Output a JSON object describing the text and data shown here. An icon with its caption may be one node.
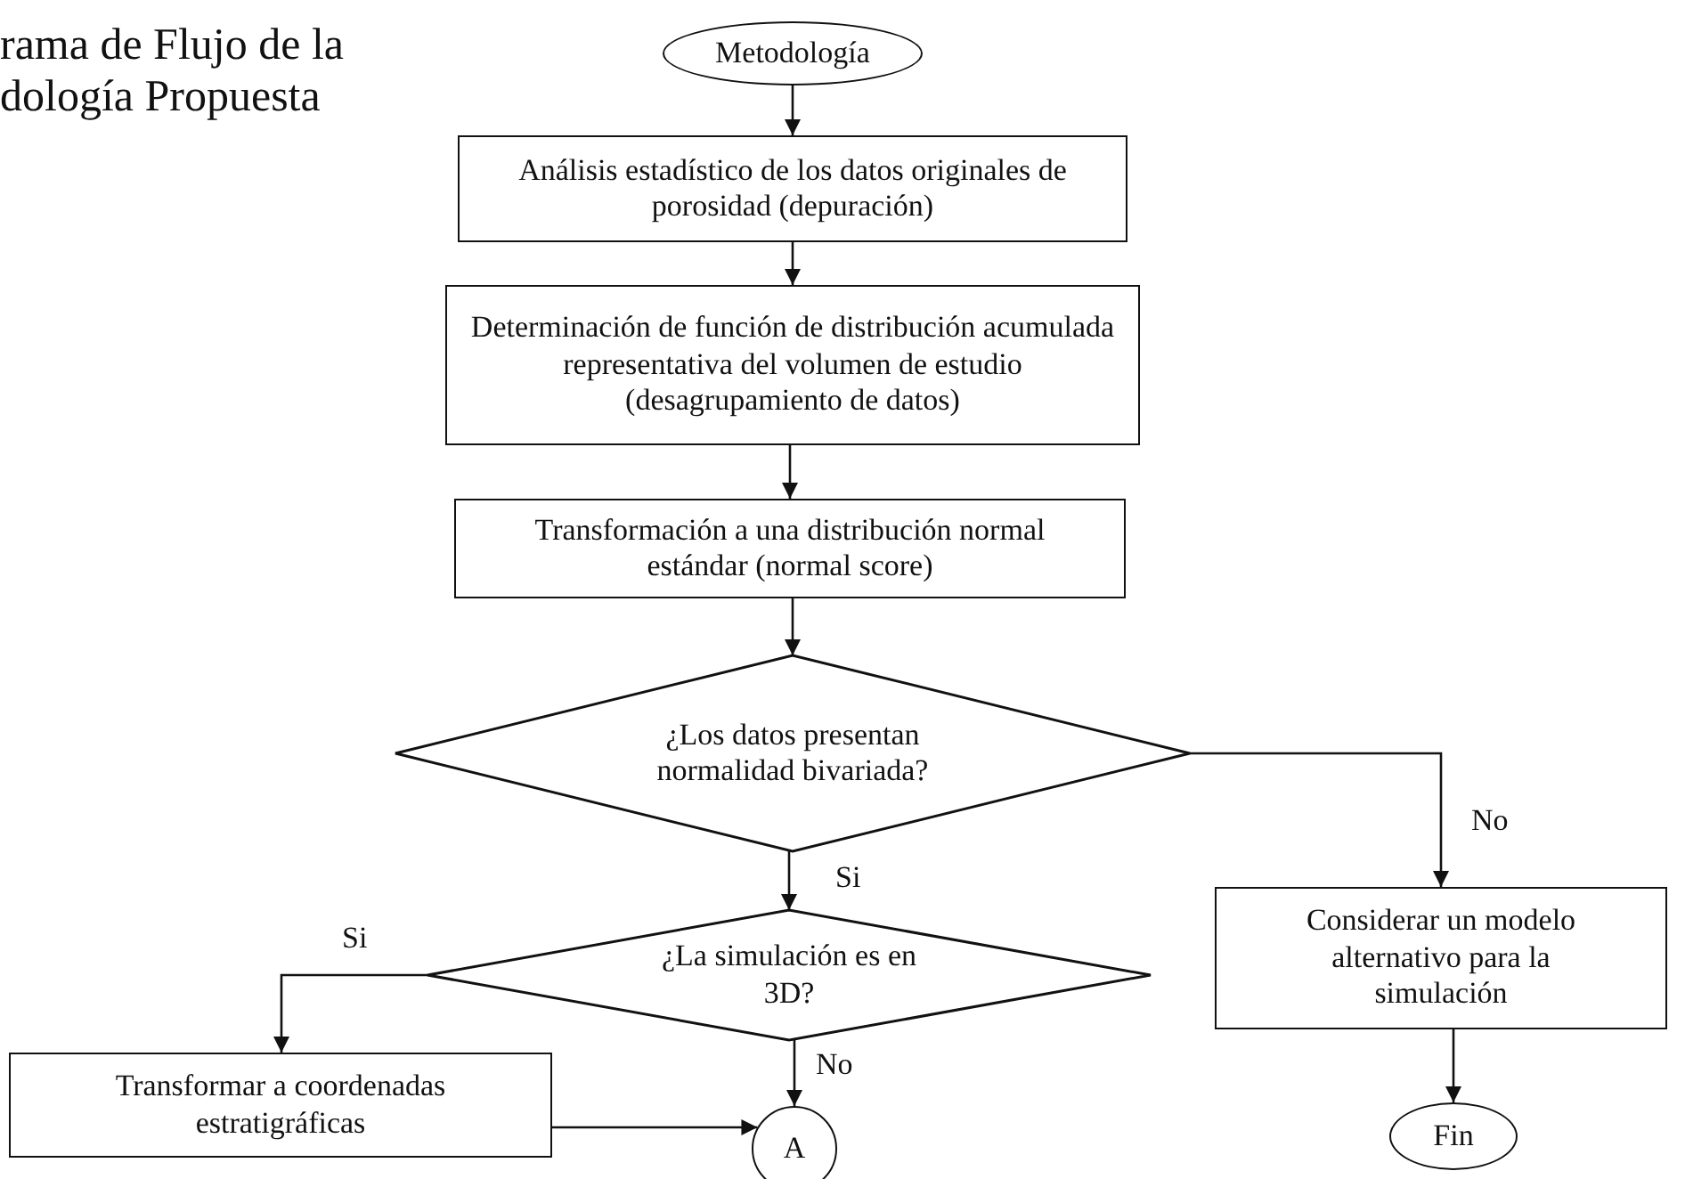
{
  "diagram": {
    "title": "rama de Flujo de la dología Propuesta",
    "nodes": [
      {
        "text": [
          "Metodología"
        ]
      },
      {
        "text": [
          "Análisis estadístico de los datos originales de porosidad (depuración)"
        ]
      },
      {
        "text": [
          "Determinación de función de distribución acumulada representativa del volumen de estudio (desagrupamiento de datos)"
        ]
      },
      {
        "text": [
          "Transformación a una distribución normal estándar (normal score)"
        ]
      },
      {
        "text": [
          "¿Los datos presentan normalidad bivariada?"
        ]
      },
      {
        "text": [
          "¿La simulación es en 3D?"
        ]
      },
      {
        "text": [
          "Transformar a coordenadas estratigráficas"
        ]
      },
      {
        "text": [
          "A"
        ]
      },
      {
        "text": [
          "Considerar un modelo alternativo para la simulación"
        ]
      },
      {
        "text": [
          "Fin"
        ]
      }
    ],
    "edges": [
      {
        "from": 0,
        "to": 1,
        "arrow": "to"
      },
      {
        "from": 1,
        "to": 2,
        "arrow": "to"
      },
      {
        "from": 2,
        "to": 3,
        "arrow": "to"
      },
      {
        "from": 3,
        "to": 4,
        "arrow": "to"
      },
      {
        "from": 4,
        "to": 5,
        "arrow": "to",
        "label": "Si"
      },
      {
        "from": 4,
        "to": 8,
        "arrow": "to",
        "label": "No"
      },
      {
        "from": 5,
        "to": 6,
        "arrow": "to",
        "label": "Si"
      },
      {
        "from": 5,
        "to": 7,
        "arrow": "to",
        "label": "No"
      },
      {
        "from": 6,
        "to": 7,
        "arrow": "to"
      },
      {
        "from": 8,
        "to": 9,
        "arrow": "to"
      }
    ]
  }
}
